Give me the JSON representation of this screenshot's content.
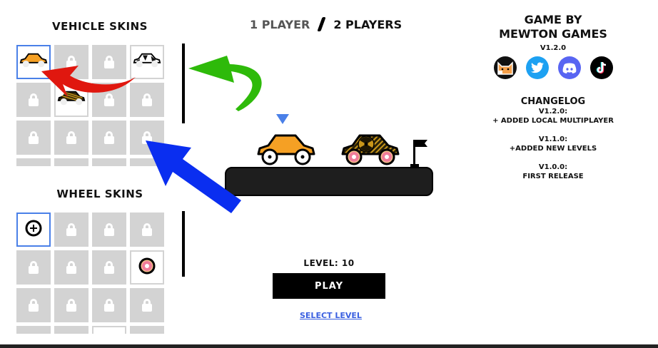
{
  "left_panel": {
    "vehicle_title": "VEHICLE SKINS",
    "wheel_title": "WHEEL SKINS",
    "vehicle_cells": [
      {
        "state": "selected",
        "icon": "orange-car-icon"
      },
      {
        "state": "locked"
      },
      {
        "state": "locked"
      },
      {
        "state": "unlocked",
        "icon": "cow-car-icon"
      },
      {
        "state": "locked"
      },
      {
        "state": "unlocked",
        "icon": "radioactive-car-icon"
      },
      {
        "state": "locked"
      },
      {
        "state": "locked"
      },
      {
        "state": "locked"
      },
      {
        "state": "locked"
      },
      {
        "state": "locked"
      },
      {
        "state": "locked"
      }
    ],
    "wheel_cells": [
      {
        "state": "selected",
        "icon": "plain-wheel-icon"
      },
      {
        "state": "locked"
      },
      {
        "state": "locked"
      },
      {
        "state": "locked"
      },
      {
        "state": "locked"
      },
      {
        "state": "locked"
      },
      {
        "state": "locked"
      },
      {
        "state": "unlocked",
        "icon": "donut-wheel-icon"
      },
      {
        "state": "locked"
      },
      {
        "state": "locked"
      },
      {
        "state": "locked"
      },
      {
        "state": "locked"
      }
    ]
  },
  "header": {
    "one_player": "1 PLAYER",
    "two_players": "2 PLAYERS"
  },
  "center": {
    "level_label": "LEVEL: 10",
    "play_label": "PLAY",
    "select_level_label": "SELECT LEVEL"
  },
  "right_panel": {
    "credit_line1": "GAME BY",
    "credit_line2": "MEWTON GAMES",
    "version": "V1.2.0",
    "socials": [
      {
        "name": "mewton-cat-icon",
        "color": "#111111"
      },
      {
        "name": "twitter-icon",
        "color": "#1da1f2"
      },
      {
        "name": "discord-icon",
        "color": "#5865f2"
      },
      {
        "name": "tiktok-icon",
        "color": "#000000"
      }
    ],
    "changelog_title": "CHANGELOG",
    "changelog": [
      {
        "version": "V1.2.0:",
        "text": "+ ADDED LOCAL MULTIPLAYER"
      },
      {
        "version": "V1.1.0:",
        "text": "+ADDED NEW LEVELS"
      },
      {
        "version": "V1.0.0:",
        "text": "FIRST RELEASE"
      }
    ]
  },
  "colors": {
    "selected_border": "#4a80e8",
    "locked_cell": "#d3d3d3",
    "car_orange": "#f5a024",
    "arrow_red": "#e0170f",
    "arrow_green": "#2eba0a",
    "arrow_blue": "#0a2ef0",
    "link_blue": "#3a5fe0"
  }
}
